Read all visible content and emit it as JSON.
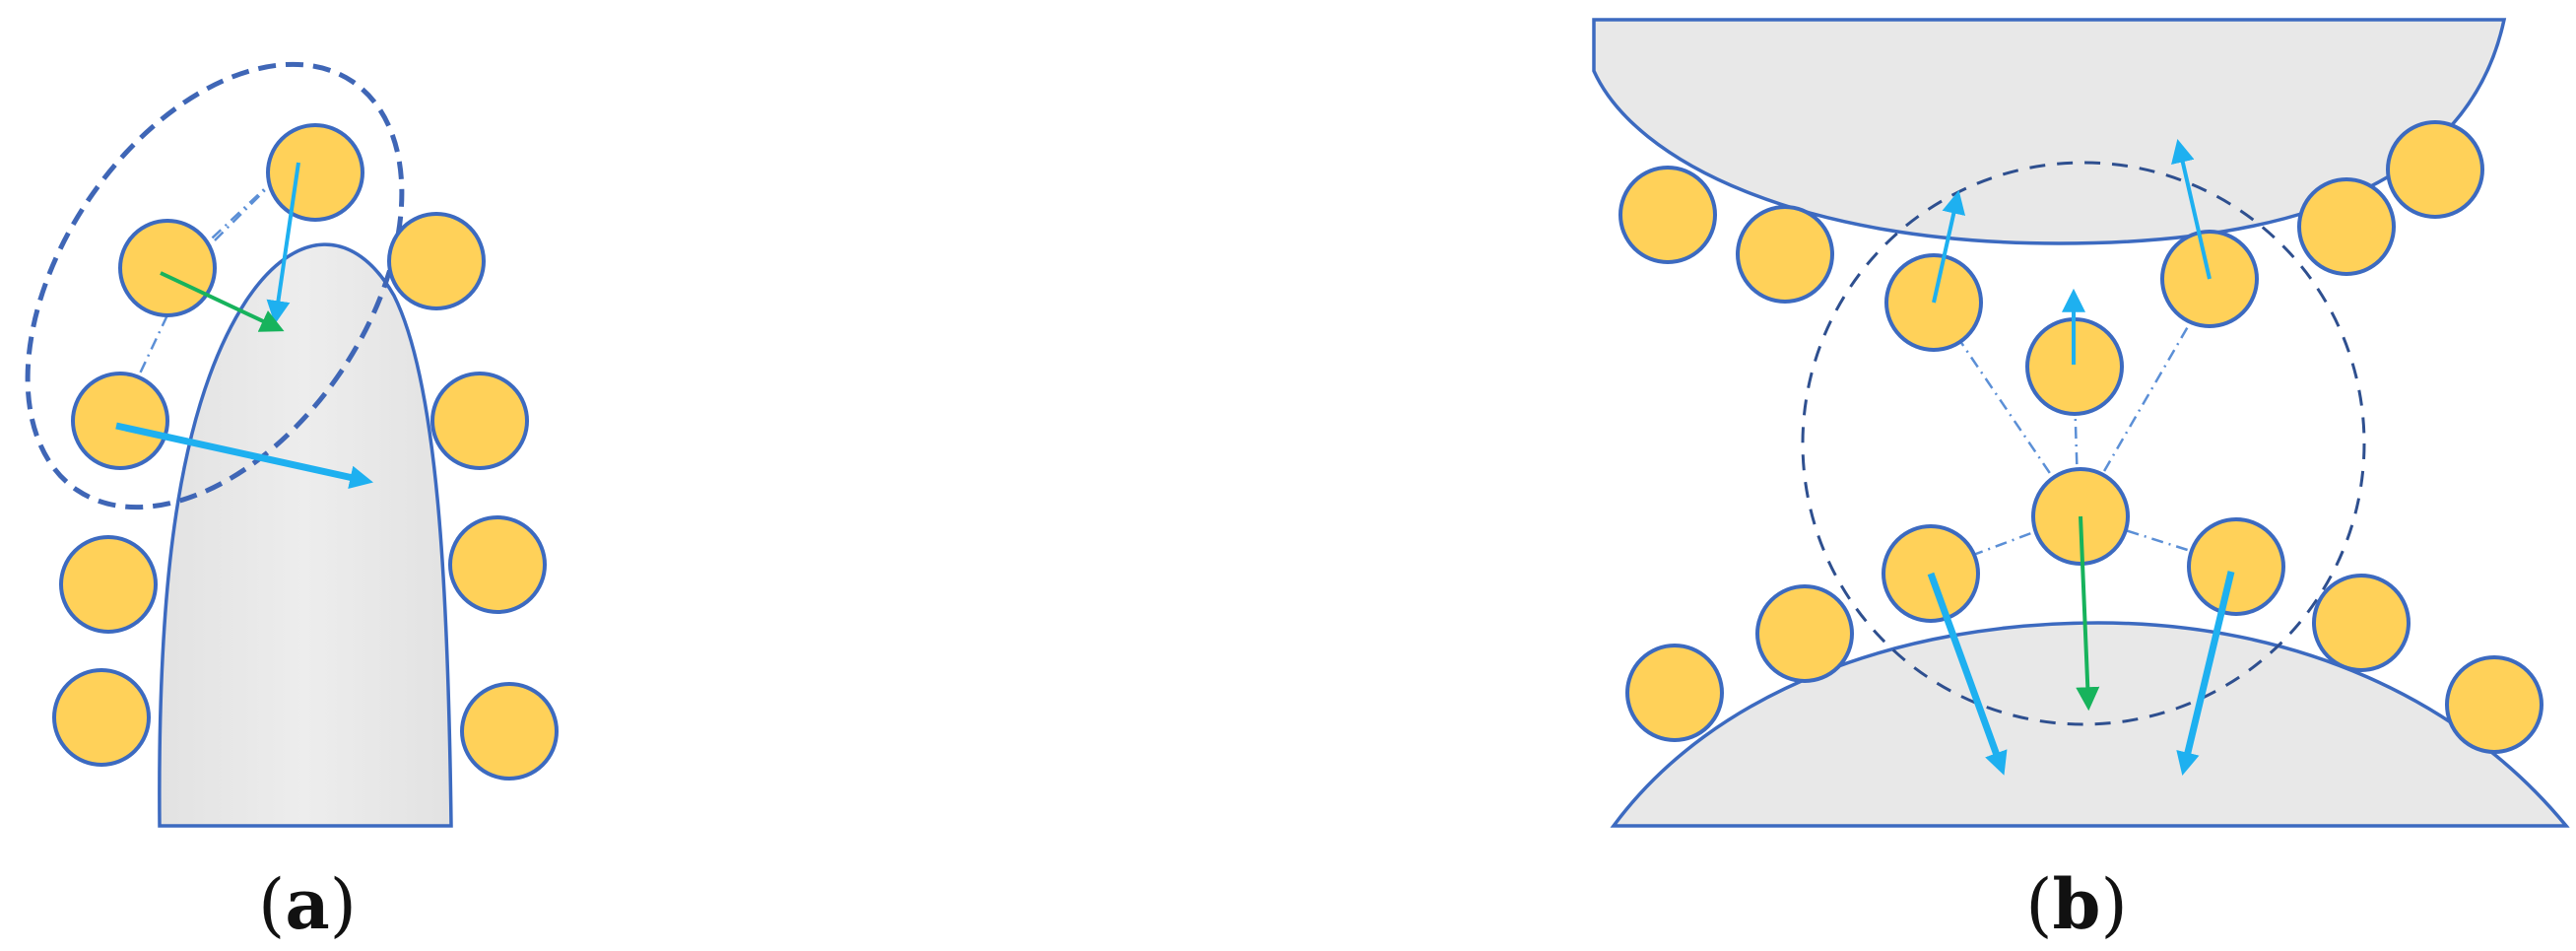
{
  "panels": [
    {
      "id": "a",
      "label": "a"
    },
    {
      "id": "b",
      "label": "b"
    }
  ],
  "colors": {
    "particle_fill": "#FFD159",
    "particle_stroke": "#3C6AC0",
    "surface_fill": "#E8E8E8",
    "surface_stroke": "#3C6AC0",
    "force_blue": "#1EB0F0",
    "force_green": "#17B35C",
    "dashed_region": "#3F66B6"
  }
}
